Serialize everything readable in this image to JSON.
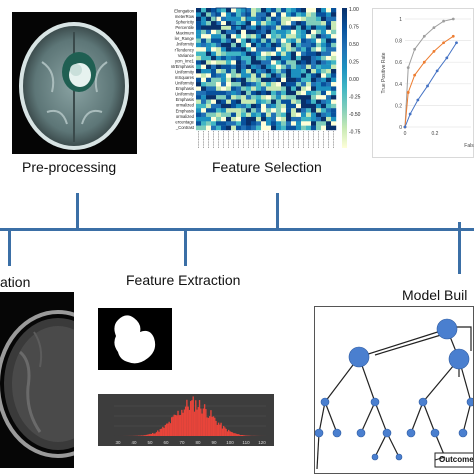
{
  "stages": {
    "preprocessing": "Pre-processing",
    "feature_selection": "Feature Selection",
    "segmentation_partial": "ation",
    "feature_extraction": "Feature Extraction",
    "model_building_partial": "Model Buil"
  },
  "correlation_heatmap": {
    "row_labels": [
      "Elongation",
      "meterRow",
      "Sphericity",
      "Percentile",
      "Maximum",
      "ler_Range",
      "Jniformity",
      "rTendency",
      "Variance",
      "ycm_Imc1",
      "ntrEmphasis",
      "Uniformity",
      "mSquares",
      "Uniformity",
      "Emphasis",
      "Uniformity",
      "Emphasis",
      "ormalized",
      "Emphasis",
      "ormalized",
      "ercentage",
      "_Contrast"
    ],
    "colorbar_ticks": [
      "1.00",
      "0.75",
      "0.50",
      "0.25",
      "0.00",
      "-0.25",
      "-0.50",
      "-0.75"
    ],
    "colors": {
      "high": "#08306b",
      "mid": "#41b6c4",
      "low": "#ffffd9"
    }
  },
  "roc_chart": {
    "ylabel": "True Positive Rate",
    "xlabel_partial": "Fals",
    "y_ticks": [
      "1",
      "0.8",
      "0.6",
      "0.4",
      "0.2",
      "0"
    ],
    "x_ticks": [
      "0",
      "0.2"
    ],
    "series_colors": [
      "#9e9e9e",
      "#ed7d31",
      "#4472c4"
    ]
  },
  "histogram": {
    "x_ticks": [
      "30",
      "40",
      "50",
      "60",
      "70",
      "80",
      "90",
      "100",
      "110",
      "120"
    ],
    "colors": {
      "background": "#3d3d3d",
      "bars": "#e8443a"
    }
  },
  "decision_tree": {
    "outcome_labels": [
      "Outcome"
    ]
  },
  "colors": {
    "timeline": "#3b6fa6",
    "node": "#4a7fcf"
  }
}
